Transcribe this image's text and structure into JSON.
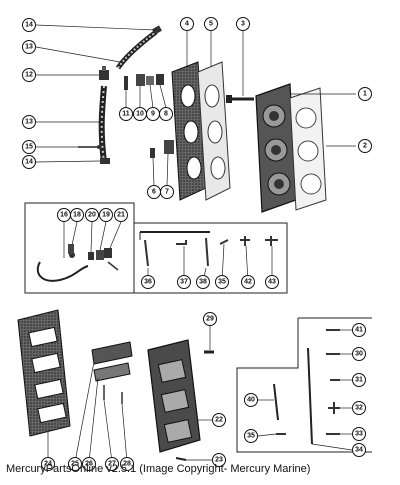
{
  "footer": "MercuryPartsOnline v2.5.1 (Image Copyright- Mercury Marine)",
  "callouts": {
    "c14a": "14",
    "c13a": "13",
    "c12": "12",
    "c13b": "13",
    "c15": "15",
    "c14b": "14",
    "c11": "11",
    "c10": "10",
    "c9": "9",
    "c8": "8",
    "c4": "4",
    "c5": "5",
    "c3": "3",
    "c1": "1",
    "c2": "2",
    "c6": "6",
    "c7": "7",
    "c16": "16",
    "c18": "18",
    "c20": "20",
    "c19": "19",
    "c21": "21",
    "c36": "36",
    "c37": "37",
    "c38": "38",
    "c35a": "35",
    "c42": "42",
    "c43": "43",
    "c29": "29",
    "c22": "22",
    "c23": "23",
    "c24": "24",
    "c25": "25",
    "c26": "26",
    "c27": "27",
    "c28": "28",
    "c41": "41",
    "c30": "30",
    "c31": "31",
    "c32": "32",
    "c33": "33",
    "c34": "34",
    "c40": "40",
    "c35b": "35"
  }
}
